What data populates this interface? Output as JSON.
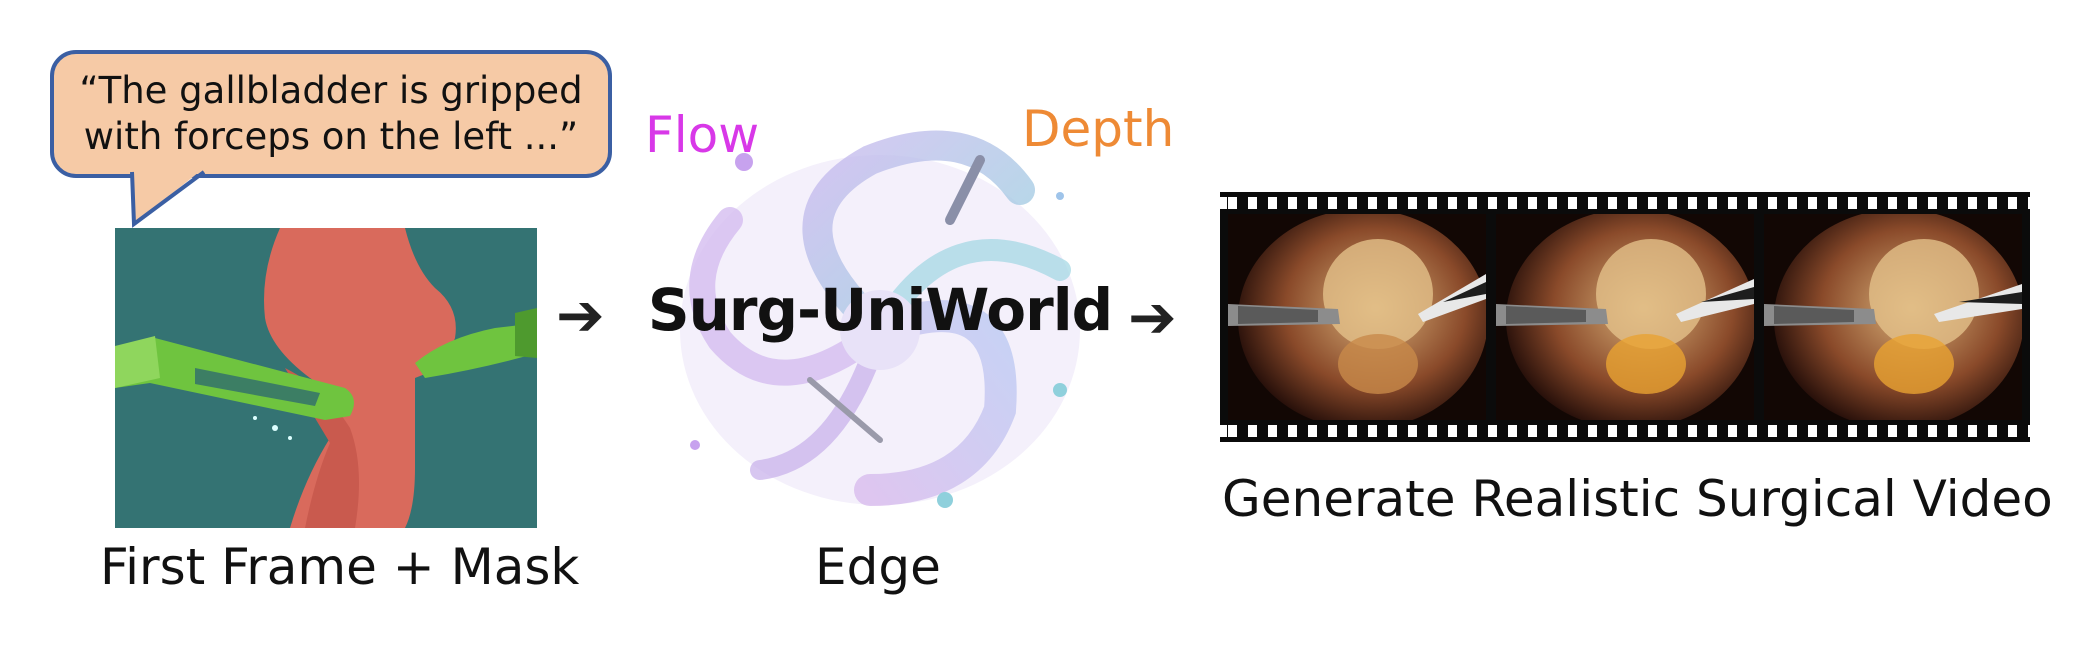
{
  "speech_bubble": {
    "line1": "“The gallbladder is gripped",
    "line2": "with forceps on the left ...”"
  },
  "input": {
    "caption": "First Frame + Mask"
  },
  "model": {
    "name": "Surg-UniWorld",
    "conditions": {
      "flow": "Flow",
      "depth": "Depth",
      "edge": "Edge"
    }
  },
  "output": {
    "caption": "Generate Realistic Surgical Video",
    "frame_count": 3
  },
  "colors": {
    "flow": "#d838e8",
    "depth": "#ee8a35",
    "bubble_fill": "#f6caa6",
    "bubble_border": "#3b5fa3",
    "mask": "#d96a5c",
    "instrument": "#6fc43f",
    "background_panel": "#2f6d6e"
  },
  "icons": [
    "right-arrow-icon",
    "right-arrow-icon"
  ]
}
